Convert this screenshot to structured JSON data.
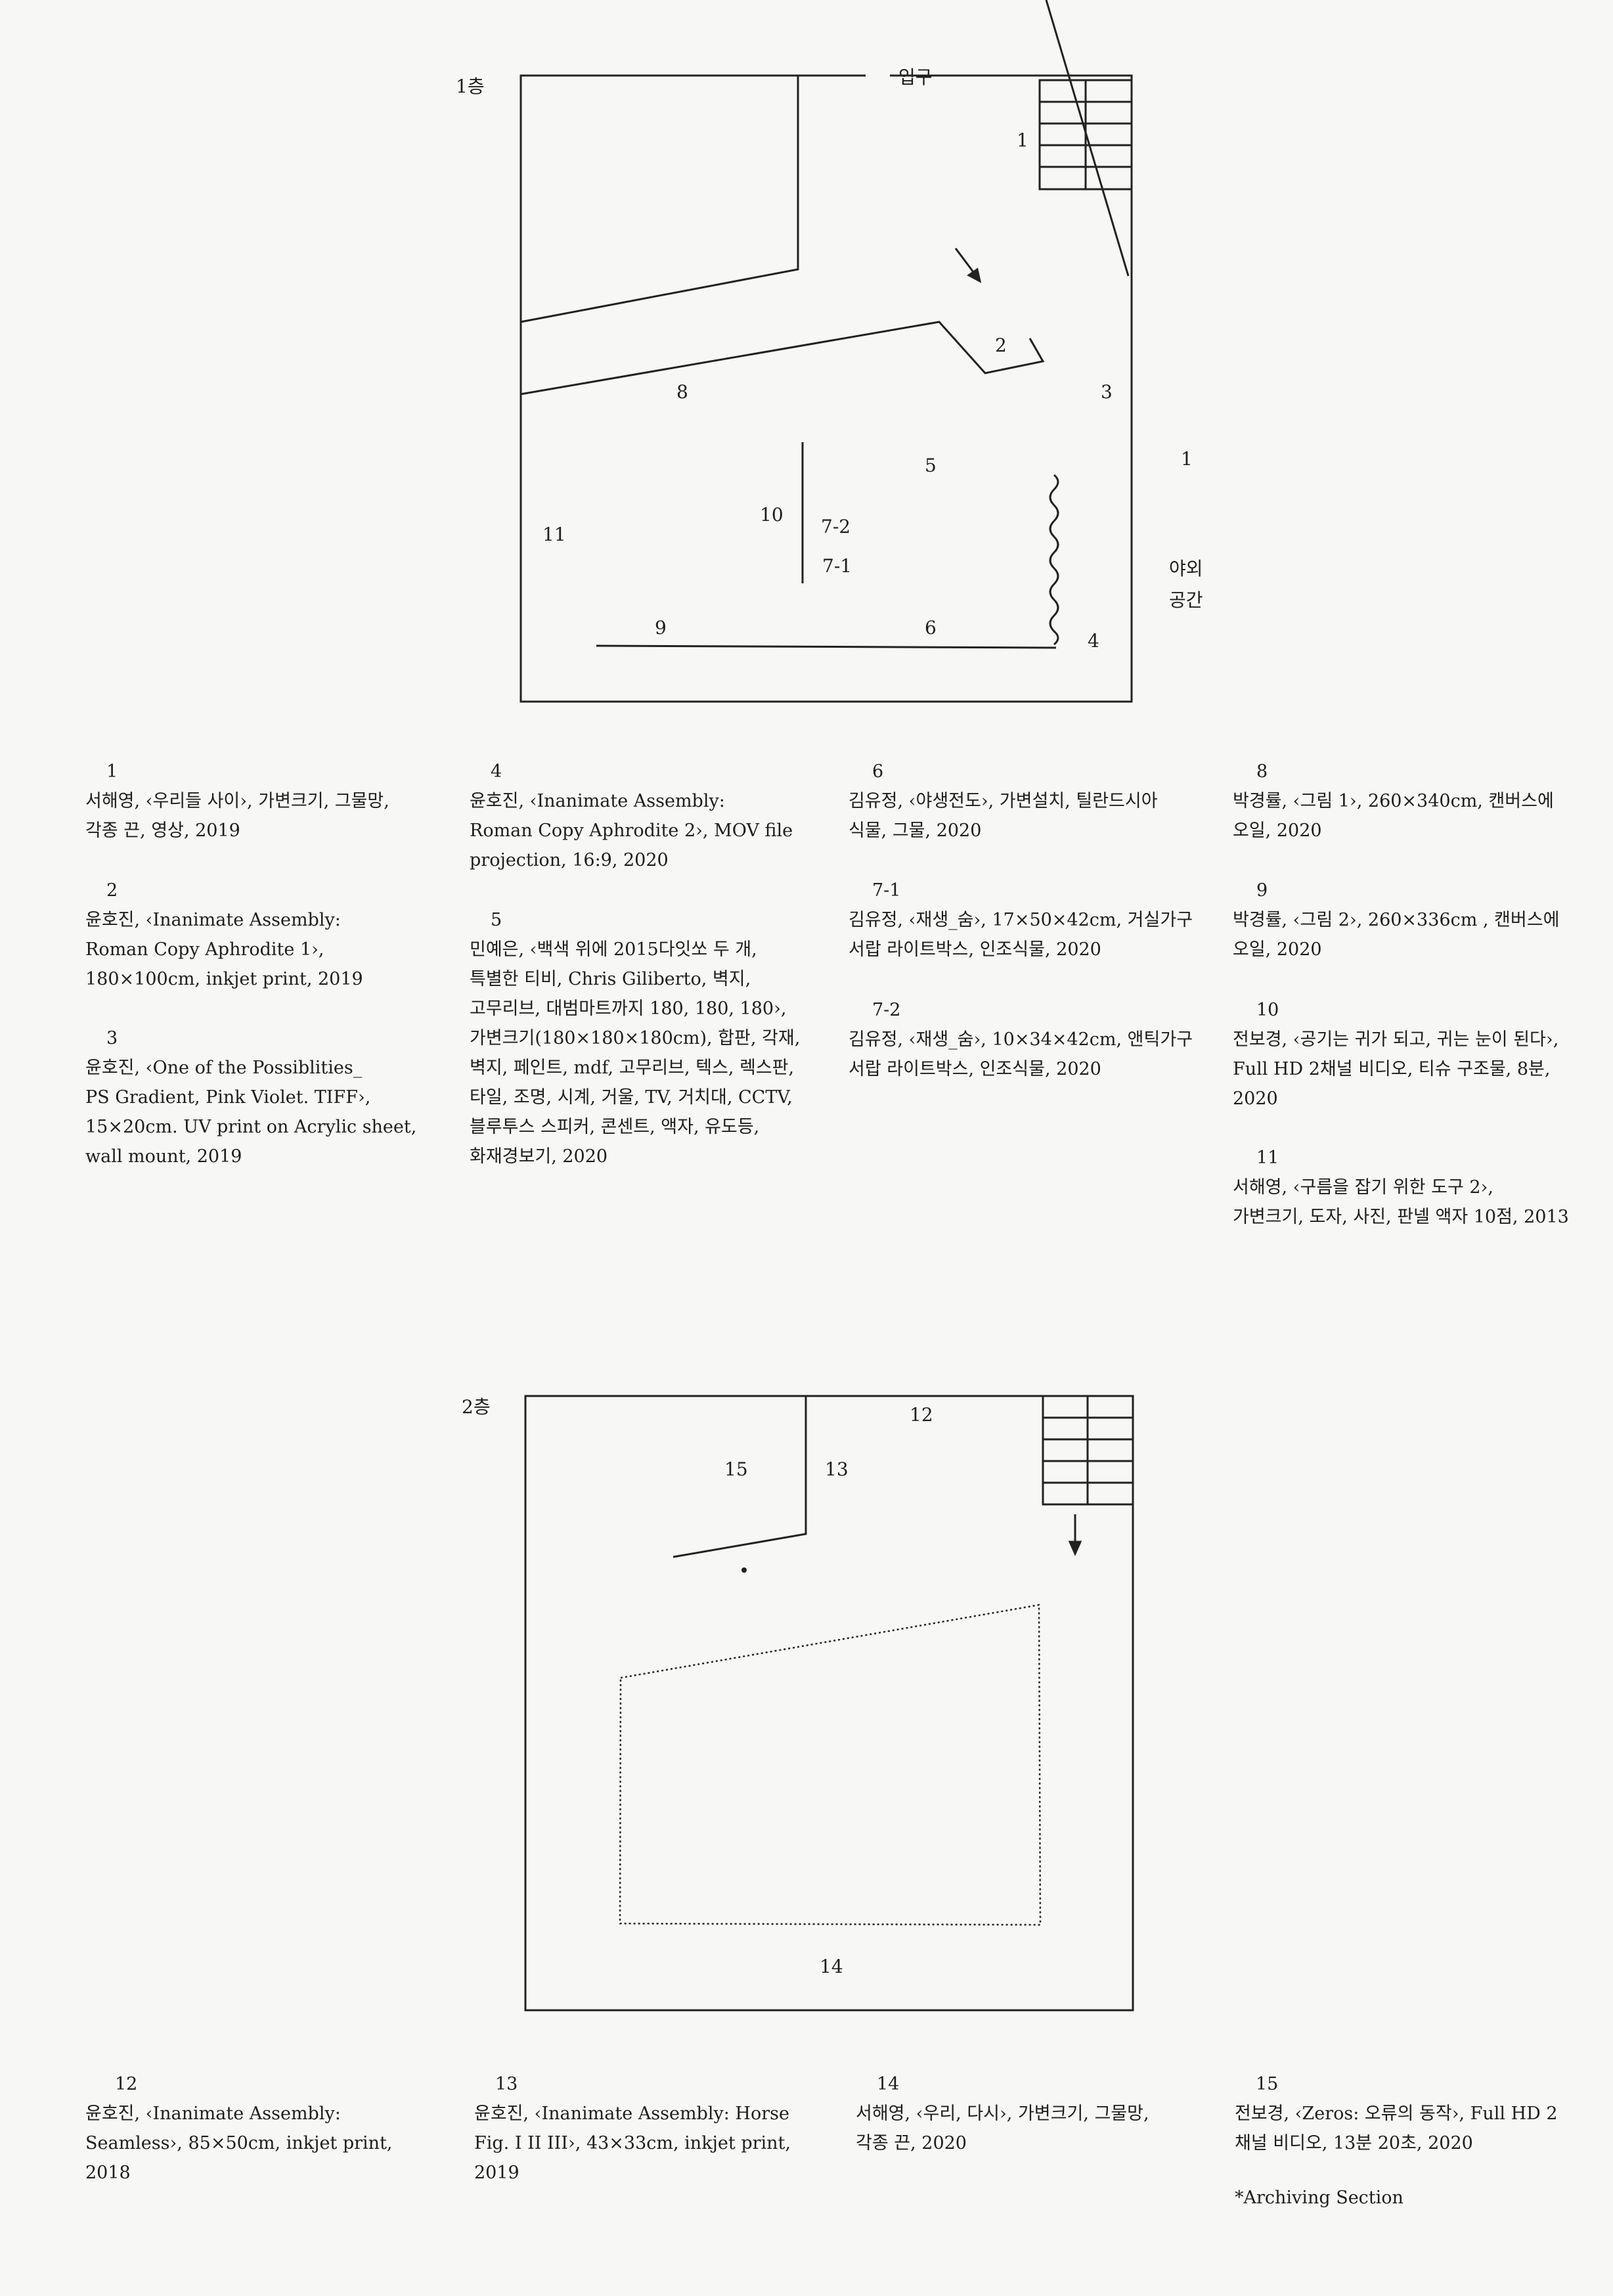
{
  "floor1": {
    "title": "1층",
    "entrance": "입구",
    "outdoor_label": "야외\n공간",
    "markers": [
      "1",
      "2",
      "3",
      "8",
      "5",
      "1",
      "10",
      "7-2",
      "7-1",
      "11",
      "9",
      "6",
      "4"
    ]
  },
  "floor2": {
    "title": "2층",
    "markers": [
      "12",
      "15",
      "13",
      "14"
    ]
  },
  "entries_floor1": [
    {
      "num": "1",
      "text": "서해영, ‹우리들 사이›, 가변크기, 그물망,\n각종 끈, 영상, 2019"
    },
    {
      "num": "2",
      "text": "윤호진, ‹Inanimate Assembly:\nRoman Copy Aphrodite 1›,\n180×100cm, inkjet print, 2019"
    },
    {
      "num": "3",
      "text": "윤호진, ‹One of the Possiblities_\nPS Gradient, Pink Violet. TIFF›,\n15×20cm. UV print on Acrylic sheet,\nwall mount, 2019"
    },
    {
      "num": "4",
      "text": "윤호진, ‹Inanimate Assembly:\nRoman Copy Aphrodite 2›, MOV file\nprojection, 16:9, 2020"
    },
    {
      "num": "5",
      "text": "민예은, ‹백색 위에 2015다잇쏘 두 개,\n특별한 티비, Chris Giliberto, 벽지,\n고무리브, 대범마트까지 180, 180, 180›,\n가변크기(180×180×180cm), 합판, 각재,\n벽지, 페인트, mdf, 고무리브, 텍스, 렉스판,\n타일, 조명, 시계, 거울, TV, 거치대, CCTV,\n블루투스 스피커, 콘센트, 액자, 유도등,\n화재경보기, 2020"
    },
    {
      "num": "6",
      "text": "김유정, ‹야생전도›, 가변설치, 틸란드시아\n식물, 그물, 2020"
    },
    {
      "num": "7-1",
      "text": "김유정, ‹재생_숨›, 17×50×42cm, 거실가구\n서랍 라이트박스, 인조식물, 2020"
    },
    {
      "num": "7-2",
      "text": "김유정, ‹재생_숨›, 10×34×42cm, 앤틱가구\n서랍 라이트박스, 인조식물, 2020"
    },
    {
      "num": "8",
      "text": "박경률, ‹그림 1›, 260×340cm, 캔버스에\n오일, 2020"
    },
    {
      "num": "9",
      "text": "박경률, ‹그림 2›, 260×336cm , 캔버스에\n오일, 2020"
    },
    {
      "num": "10",
      "text": "전보경, ‹공기는 귀가 되고, 귀는 눈이 된다›,\nFull HD 2채널 비디오, 티슈 구조물, 8분,\n2020"
    },
    {
      "num": "11",
      "text": "서해영, ‹구름을 잡기 위한 도구 2›,\n가변크기, 도자, 사진, 판넬 액자 10점, 2013"
    }
  ],
  "entries_floor2": [
    {
      "num": "12",
      "text": "윤호진, ‹Inanimate Assembly:\nSeamless›, 85×50cm, inkjet print,\n2018"
    },
    {
      "num": "13",
      "text": "윤호진, ‹Inanimate Assembly: Horse\nFig. I II III›, 43×33cm, inkjet print,\n2019"
    },
    {
      "num": "14",
      "text": "서해영, ‹우리, 다시›, 가변크기, 그물망,\n각종 끈, 2020"
    },
    {
      "num": "15",
      "text": "전보경, ‹Zeros: 오류의 동작›, Full HD 2\n채널 비디오, 13분 20초, 2020"
    }
  ],
  "archive_note": "*Archiving Section"
}
